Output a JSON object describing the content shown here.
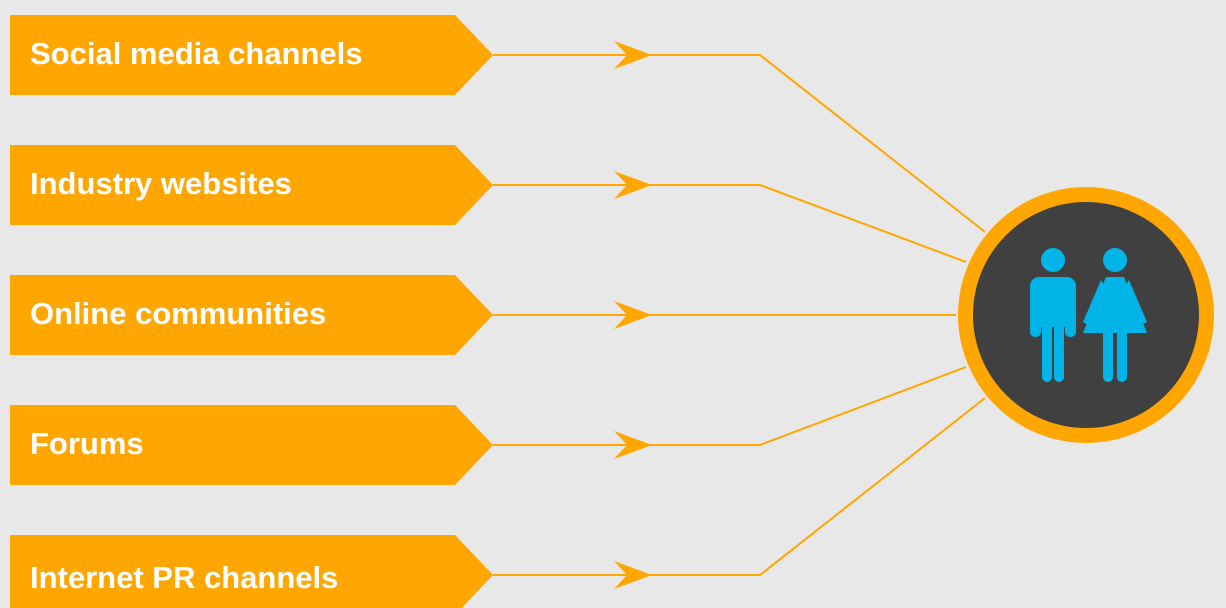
{
  "channels": [
    {
      "label": "Social media channels"
    },
    {
      "label": "Industry websites"
    },
    {
      "label": "Online communities"
    },
    {
      "label": "Forums"
    },
    {
      "label": "Internet PR channels"
    }
  ],
  "hub": {
    "icon": "people-icon"
  },
  "colors": {
    "background": "#e8e8e8",
    "accent": "#ffa600",
    "hub_fill": "#404040",
    "people": "#00b4e8",
    "label_text": "#ffffff"
  }
}
